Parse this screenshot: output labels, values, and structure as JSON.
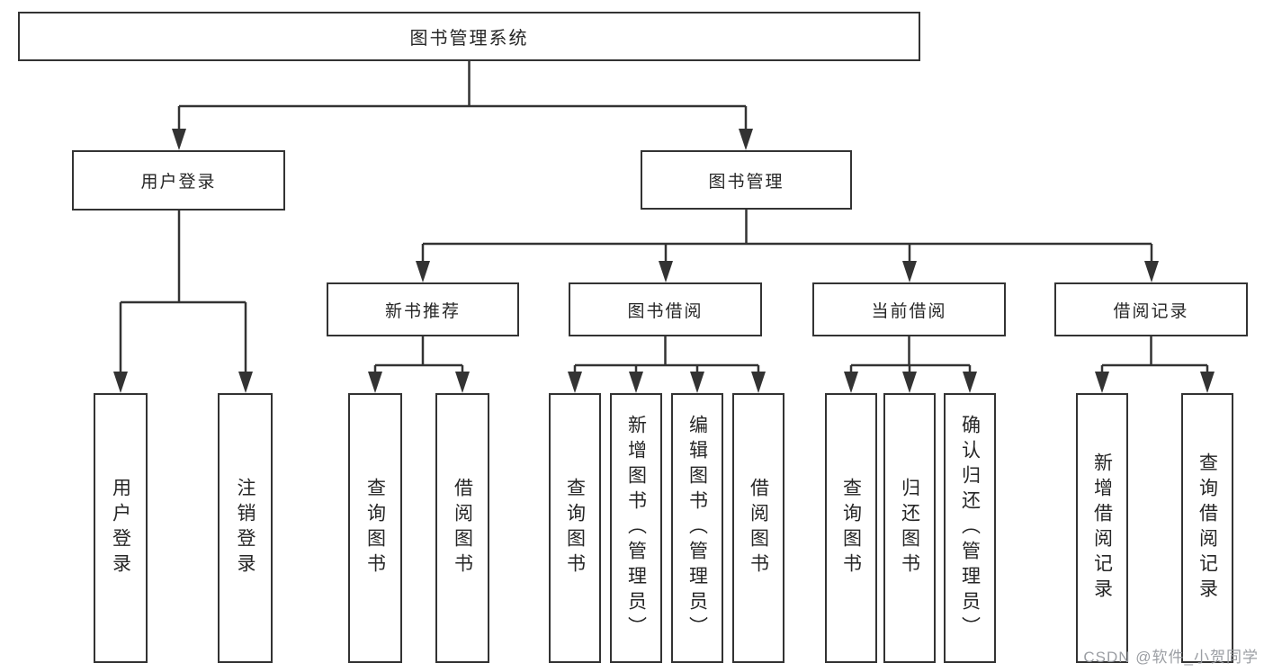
{
  "diagram": {
    "type": "hierarchy-tree",
    "title": "图书管理系统",
    "colors": {
      "line": "#333333",
      "box_border": "#333333",
      "box_background": "#ffffff",
      "text": "#262626",
      "watermark": "#96999e",
      "page_background": "#ffffff"
    }
  },
  "nodes": {
    "root": {
      "label": "图书管理系统"
    },
    "level2": [
      {
        "label": "用户登录"
      },
      {
        "label": "图书管理"
      }
    ],
    "level3": [
      {
        "label": "新书推荐"
      },
      {
        "label": "图书借阅"
      },
      {
        "label": "当前借阅"
      },
      {
        "label": "借阅记录"
      }
    ],
    "leaves": [
      {
        "label": "用户登录",
        "parent": "用户登录"
      },
      {
        "label": "注销登录",
        "parent": "用户登录"
      },
      {
        "label": "查询图书",
        "parent": "新书推荐"
      },
      {
        "label": "借阅图书",
        "parent": "新书推荐"
      },
      {
        "label": "查询图书",
        "parent": "图书借阅"
      },
      {
        "label": "新增图书（管理员）",
        "parent": "图书借阅"
      },
      {
        "label": "编辑图书（管理员）",
        "parent": "图书借阅"
      },
      {
        "label": "借阅图书",
        "parent": "图书借阅"
      },
      {
        "label": "查询图书",
        "parent": "当前借阅"
      },
      {
        "label": "归还图书",
        "parent": "当前借阅"
      },
      {
        "label": "确认归还（管理员）",
        "parent": "当前借阅"
      },
      {
        "label": "新增借阅记录",
        "parent": "借阅记录"
      },
      {
        "label": "查询借阅记录",
        "parent": "借阅记录"
      }
    ]
  },
  "watermark": {
    "text": "CSDN @软件_小贺同学"
  }
}
